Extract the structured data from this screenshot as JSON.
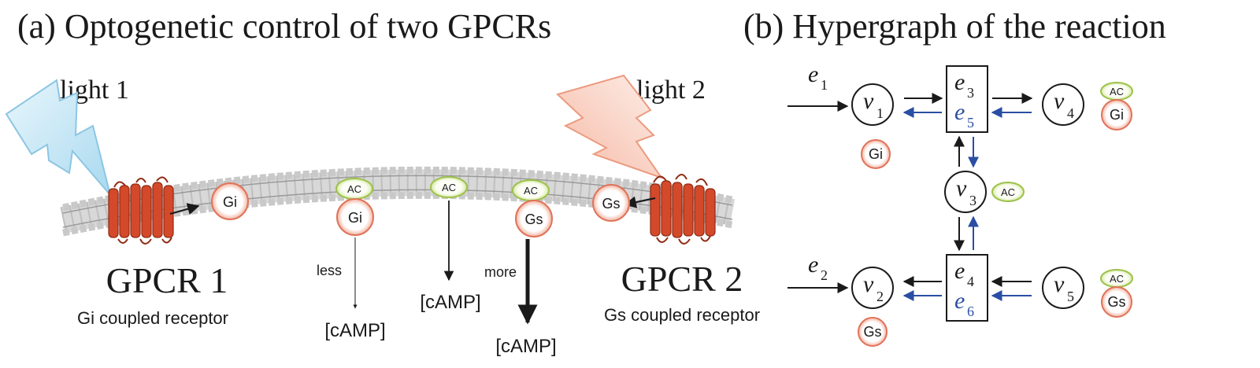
{
  "panel_a": {
    "title": "(a)  Optogenetic control of two GPCRs",
    "light1": "light 1",
    "light2": "light 2",
    "gpcr1_title": "GPCR 1",
    "gpcr1_caption": "Gi coupled receptor",
    "gpcr2_title": "GPCR 2",
    "gpcr2_caption": "Gs coupled receptor",
    "less_label": "less",
    "more_label": "more",
    "camp_label": "[cAMP]",
    "gi": "Gi",
    "gs": "Gs",
    "ac": "AC"
  },
  "panel_b": {
    "title": "(b) Hypergraph of the reaction",
    "node_letter": "v",
    "edge_letter": "e",
    "nodes": [
      "1",
      "2",
      "3",
      "4",
      "5"
    ],
    "edges": [
      "1",
      "2",
      "3",
      "4",
      "5",
      "6"
    ],
    "gi": "Gi",
    "gs": "Gs",
    "ac": "AC"
  },
  "colors": {
    "receptor": "#d4492a",
    "protein_fill": "#fbd9cc",
    "protein_stroke": "#e0735a",
    "ac_fill": "#f4f8e6",
    "ac_stroke": "#9dc24a",
    "light1": "#bfe3f5",
    "light2": "#fad5c8",
    "blue_arrow": "#2a4ea3"
  },
  "icons": [
    "lightning-bolt-icon",
    "receptor-helix-icon",
    "membrane-icon"
  ]
}
